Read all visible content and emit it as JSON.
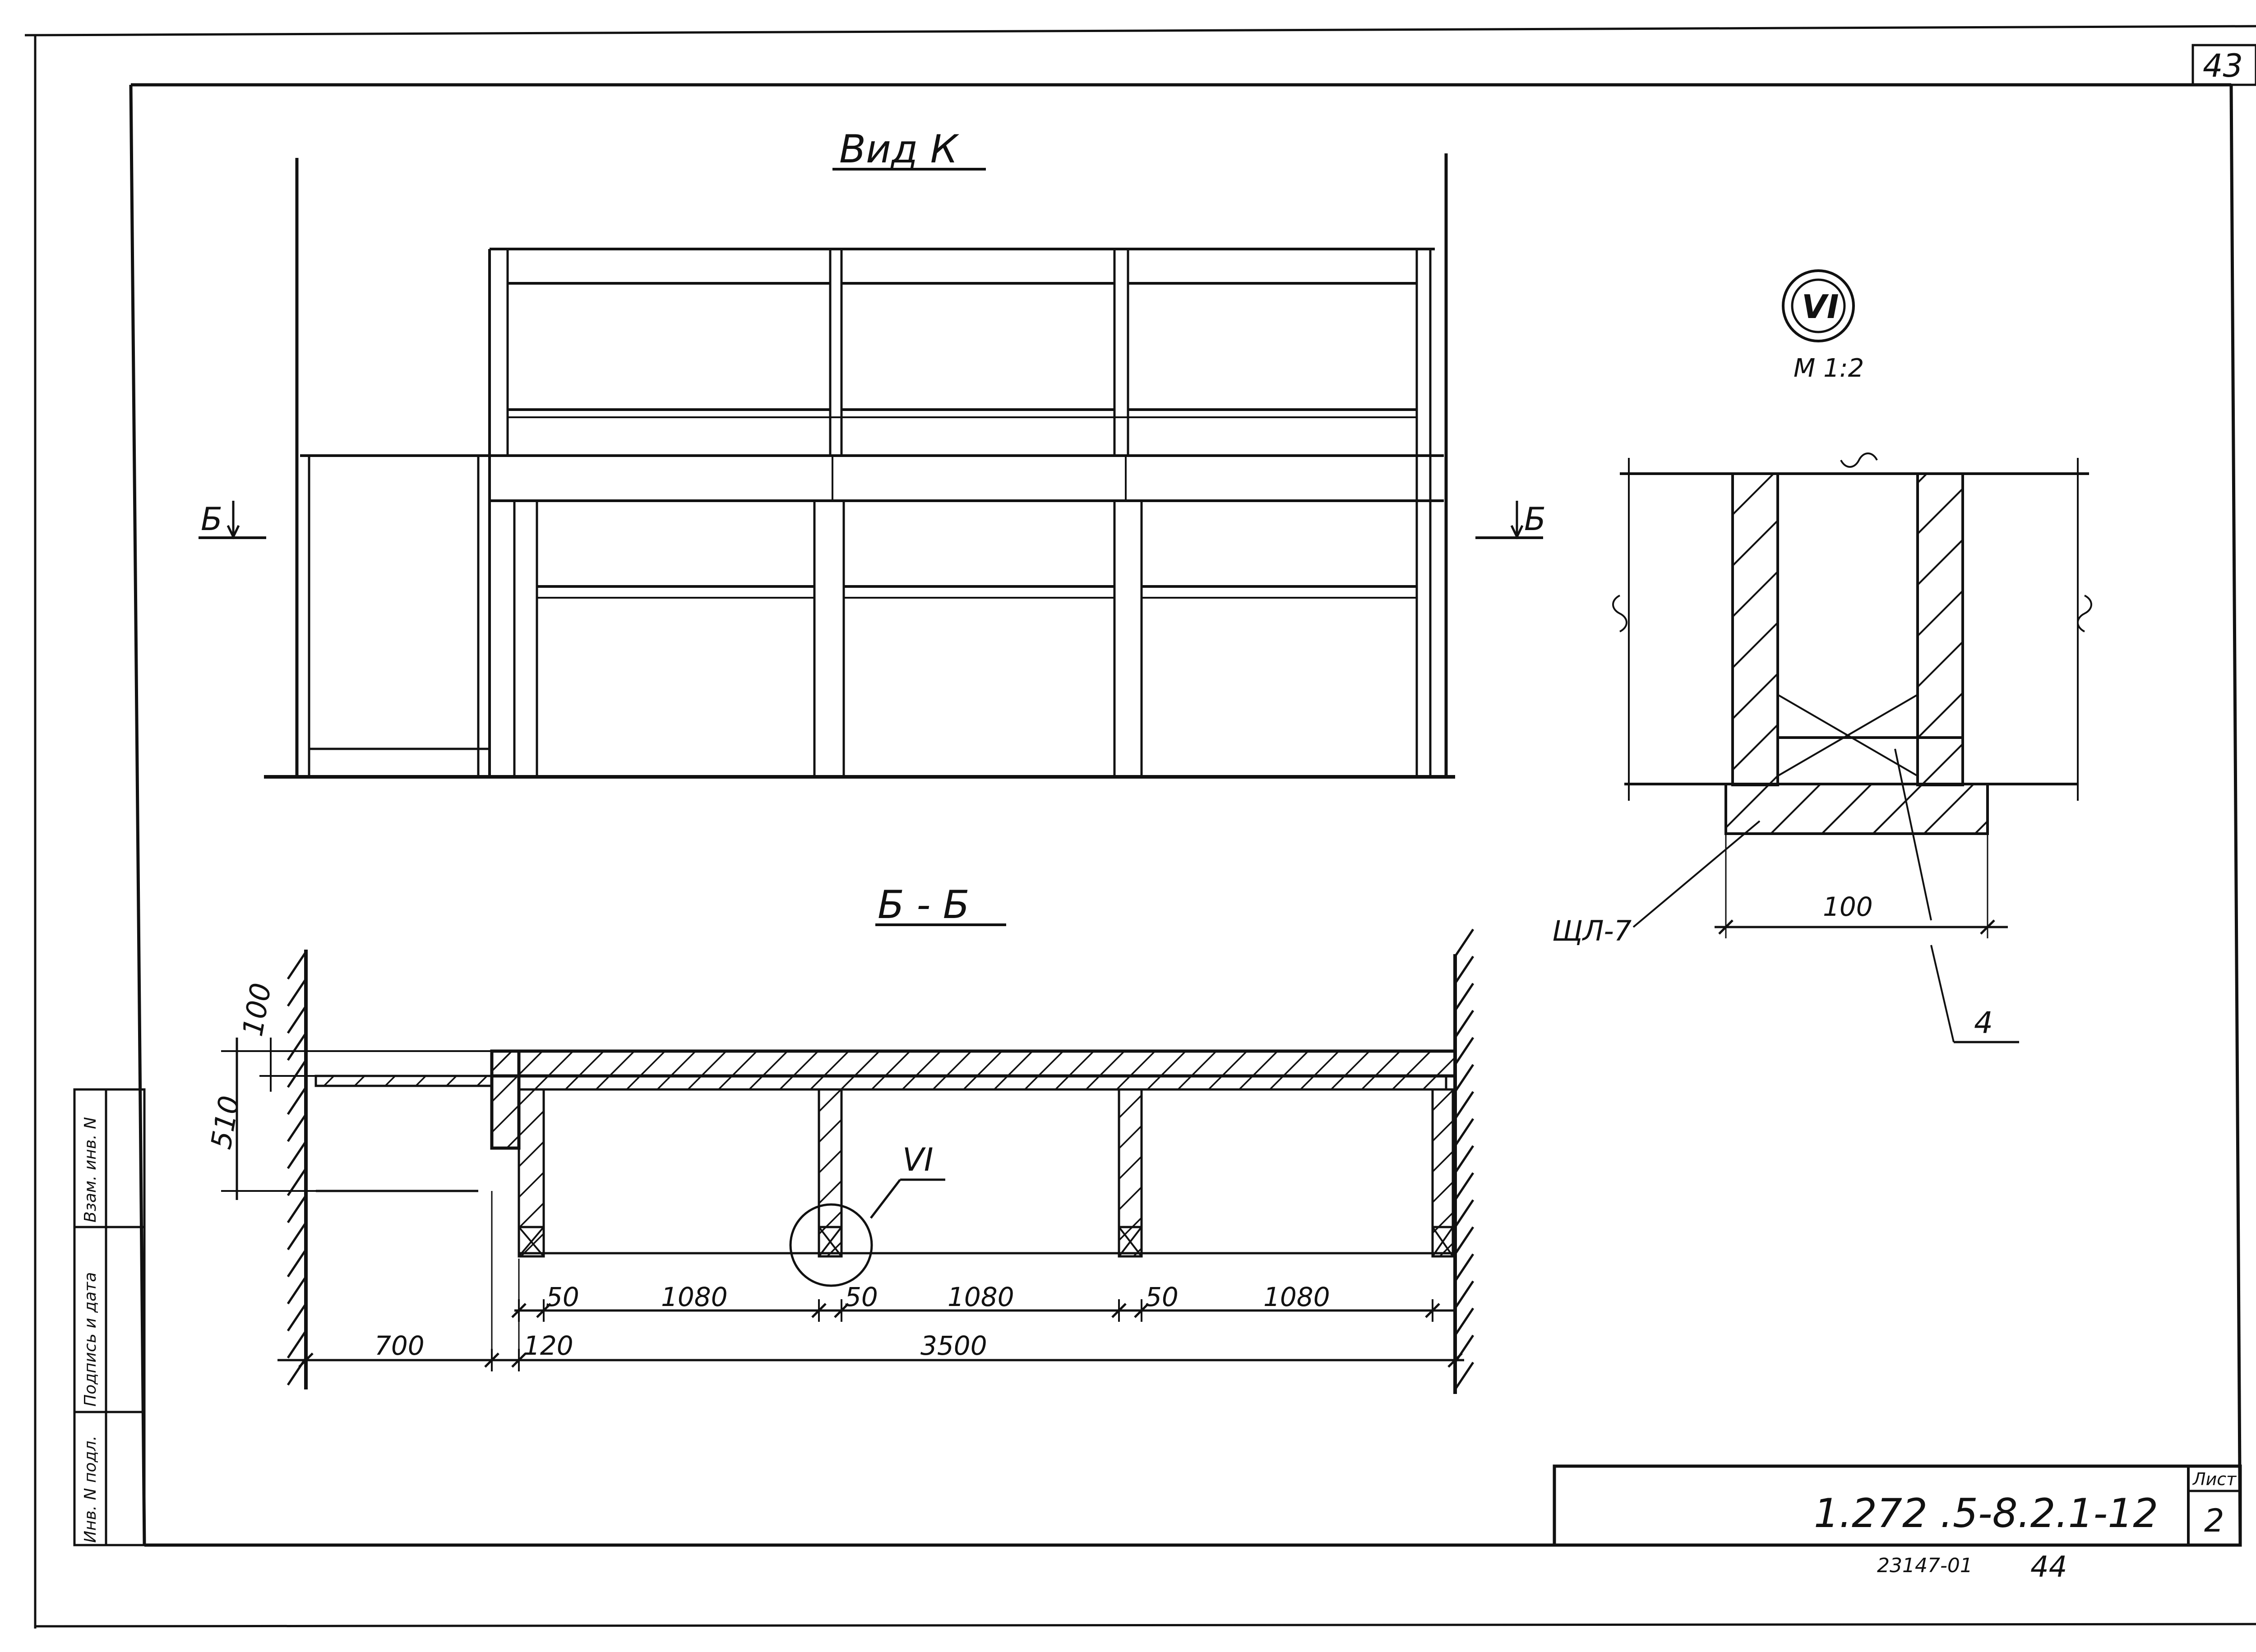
{
  "sheet": {
    "corner_number": "43",
    "stamp": {
      "code": "1.272 .5-8.2.1-12",
      "sheet_label": "Лист",
      "sheet_no": "2"
    },
    "archive_no": "23147-01",
    "archive_page": "44",
    "side_labels": [
      "Инв. N подл.",
      "Подпись и дата",
      "Взам. инв. N"
    ]
  },
  "view_k": {
    "title": "Вид К",
    "cut_mark_left": "Б",
    "cut_mark_right": "Б"
  },
  "section_bb": {
    "title": "Б - Б",
    "dims_vertical": [
      "100",
      "510"
    ],
    "dims_row1": [
      "50",
      "1080",
      "50",
      "1080",
      "50",
      "1080"
    ],
    "dims_row2": [
      "700",
      "120",
      "3500"
    ],
    "callout": "VI"
  },
  "detail_vi": {
    "marker": "VI",
    "scale": "М 1:2",
    "dim": "100",
    "label_shield": "ЩЛ-7",
    "label_pos": "4"
  },
  "colors": {
    "ink": "#111111",
    "paper": "#ffffff"
  }
}
